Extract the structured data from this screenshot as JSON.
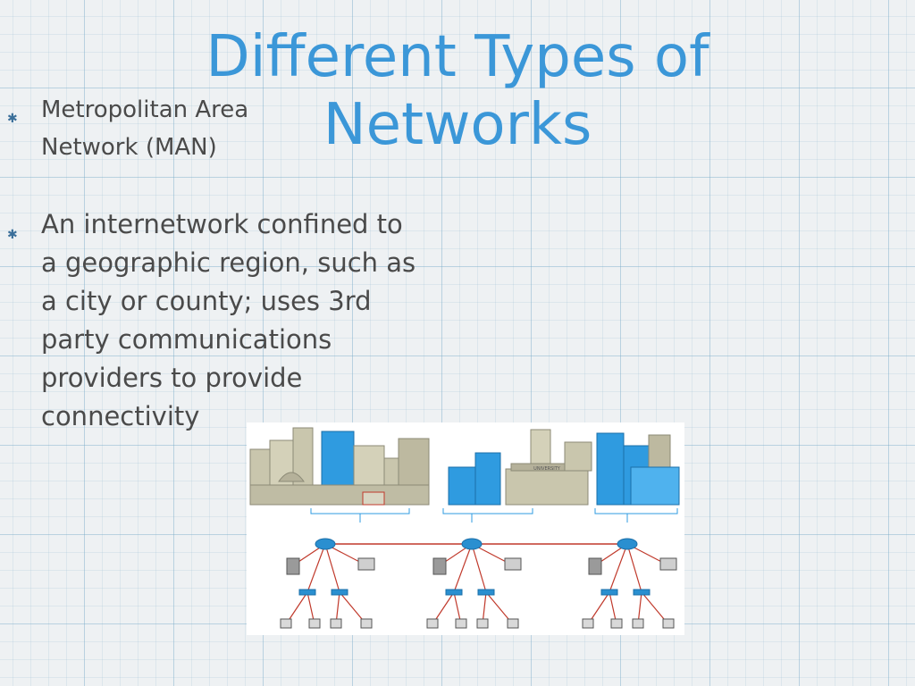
{
  "slide": {
    "title": "Different Types of Networks",
    "bullets": [
      "Metropolitan Area Network (MAN)",
      "An internetwork confined to a geographic region, such as a city or county; uses 3rd party communications providers to provide connectivity"
    ],
    "bullet_icon": "asterisk-icon",
    "building_sign": "UNIVERSITY"
  },
  "colors": {
    "title": "#3b97d8",
    "text": "#4a4a4a",
    "link": "#c0392b",
    "router": "#2a8fd0",
    "building_gray": "#c9c6ad",
    "building_blue": "#2f9be0"
  }
}
